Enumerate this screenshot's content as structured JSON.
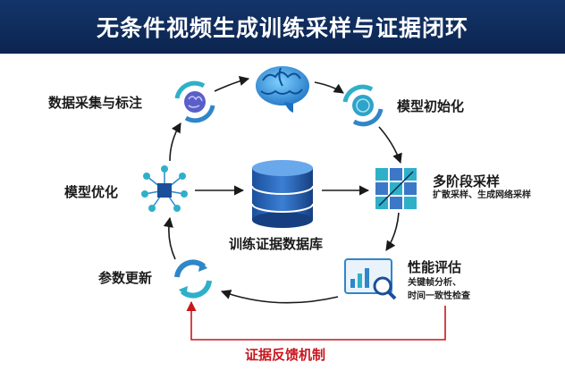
{
  "title": "无条件视频生成训练采样与证据闭环",
  "center": {
    "label": "训练证据数据库"
  },
  "nodes": {
    "data_collection": {
      "label": "数据采集与标注"
    },
    "model_init": {
      "label": "模型初始化"
    },
    "multistage_sampling": {
      "label": "多阶段采样",
      "sublabel": "扩散采样、生成网络采样"
    },
    "performance_eval": {
      "label": "性能评估",
      "sublabel_line1": "关键帧分析、",
      "sublabel_line2": "时间一致性检查"
    },
    "param_update": {
      "label": "参数更新"
    },
    "model_opt": {
      "label": "模型优化"
    }
  },
  "feedback": {
    "label": "证据反馈机制"
  },
  "colors": {
    "header_bg": "#0f2d5e",
    "accent_blue": "#2f86c9",
    "accent_teal": "#2fb0c9",
    "feedback_red": "#c8171e",
    "arrow": "#1a1a1a"
  }
}
